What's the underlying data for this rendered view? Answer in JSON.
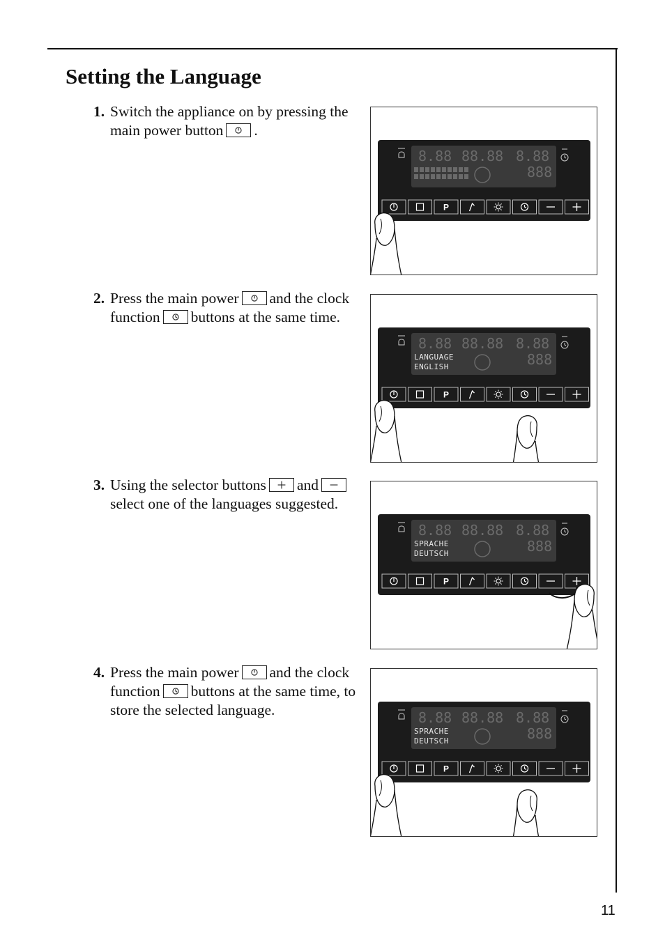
{
  "page": {
    "title": "Setting the Language",
    "page_number": "11"
  },
  "steps": [
    {
      "num": "1.",
      "parts": [
        "Switch the appliance on by pressing the main power button",
        "."
      ]
    },
    {
      "num": "2.",
      "parts": [
        "Press the main power",
        "and the clock function",
        "buttons at the same time."
      ]
    },
    {
      "num": "3.",
      "parts": [
        "Using the selector buttons",
        "and",
        "select one of the languages suggested."
      ]
    },
    {
      "num": "4.",
      "parts": [
        "Press the main power",
        "and the clock function",
        "buttons at the same time, to store the selected language."
      ]
    }
  ],
  "displays": [
    {
      "line1": "",
      "line2": ""
    },
    {
      "line1": "LANGUAGE",
      "line2": "ENGLISH"
    },
    {
      "line1": "SPRACHE",
      "line2": "DEUTSCH"
    },
    {
      "line1": "SPRACHE",
      "line2": "DEUTSCH"
    }
  ],
  "panel_buttons": [
    "power-icon",
    "square-icon",
    "P",
    "roast-icon",
    "light-icon",
    "clock-icon",
    "minus-icon",
    "plus-icon"
  ],
  "colors": {
    "panel": "#1b1b1b",
    "display": "#3a3a3a",
    "digit_ghost": "#6a6a6a"
  }
}
